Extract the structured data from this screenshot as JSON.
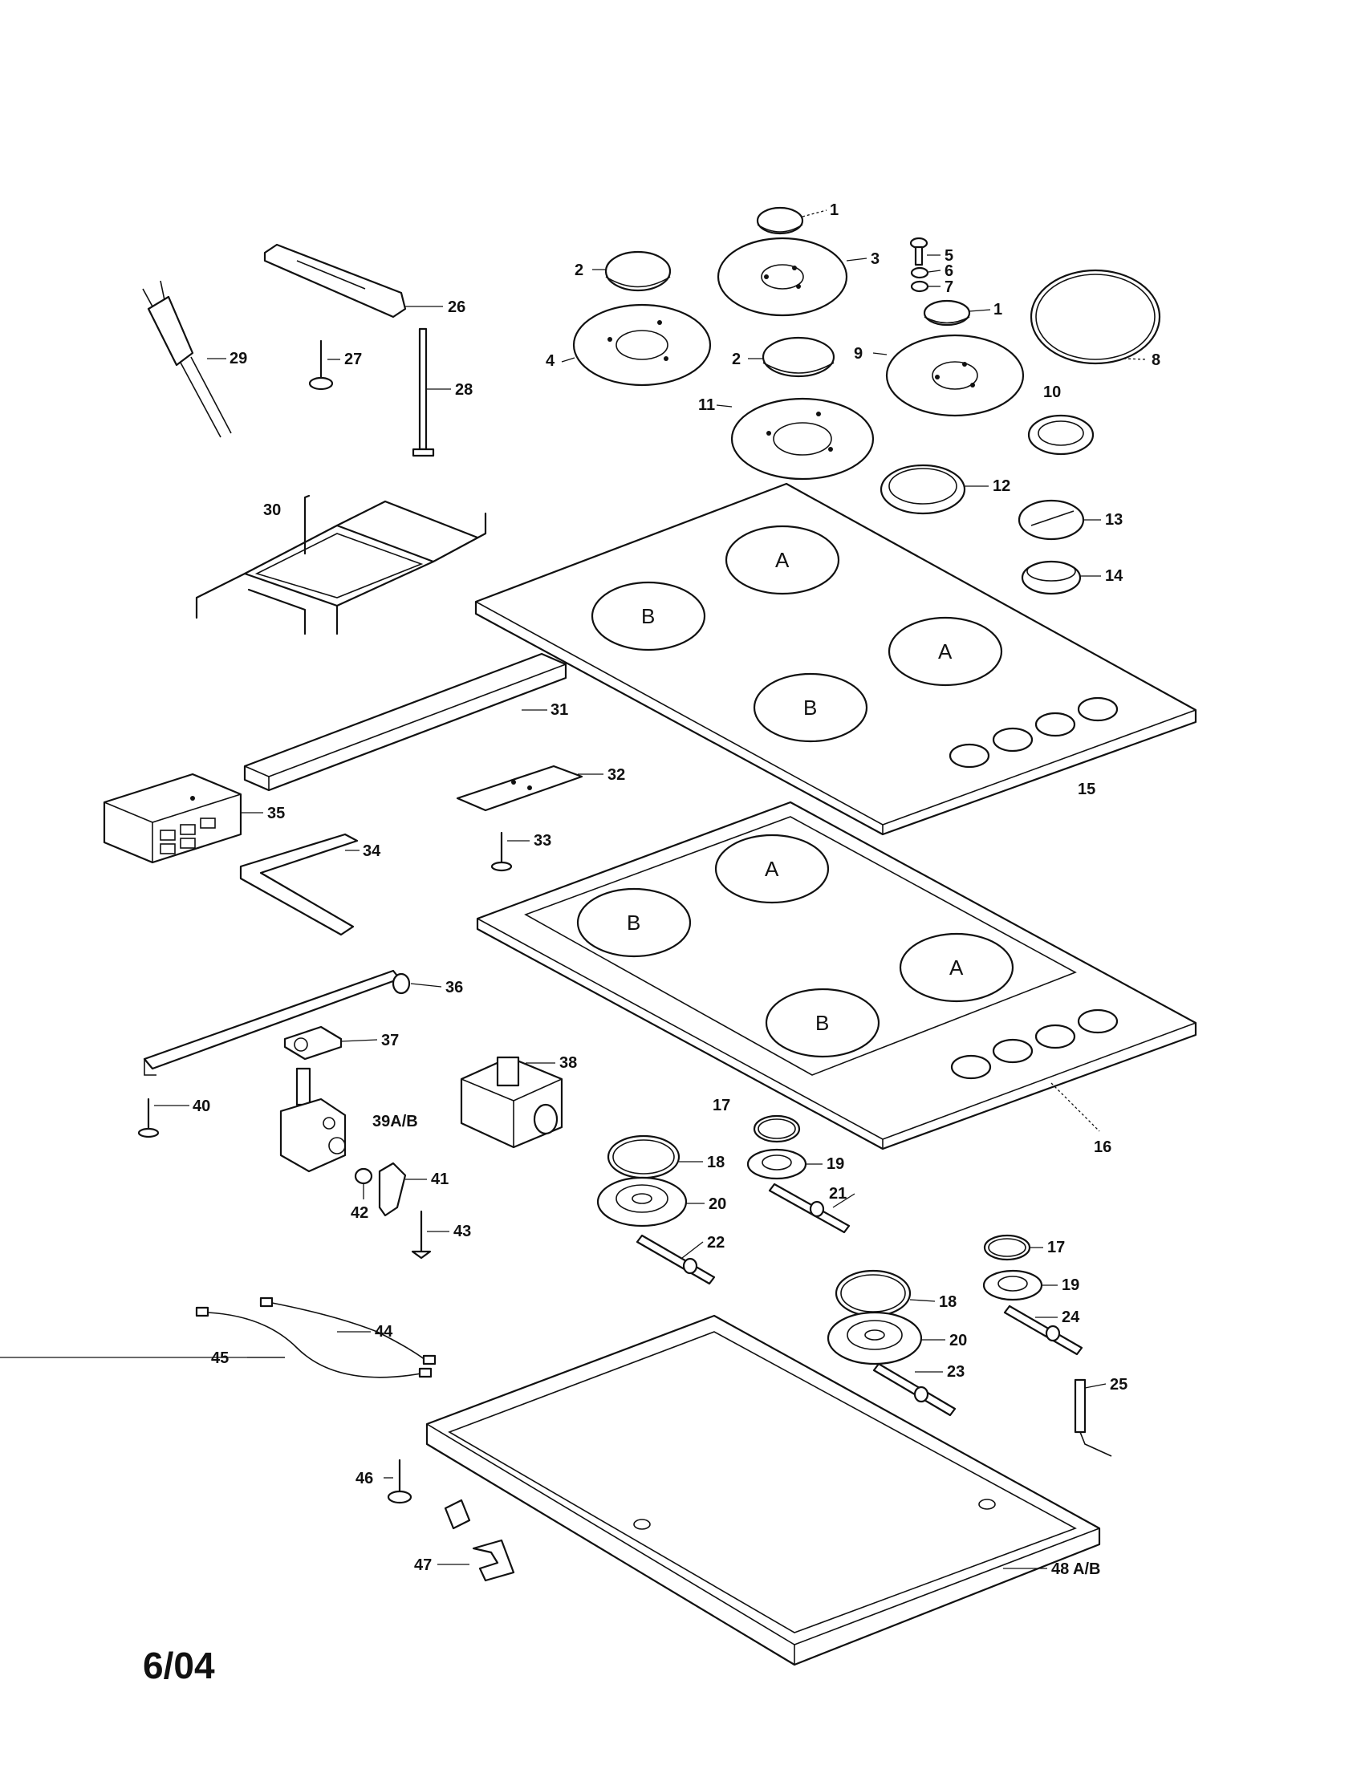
{
  "document": {
    "date": "6/04"
  },
  "zones": {
    "a": "A",
    "b": "B"
  },
  "labels": {
    "p1": "1",
    "p2": "2",
    "p3": "3",
    "p4": "4",
    "p5": "5",
    "p6": "6",
    "p7": "7",
    "p8": "8",
    "p9": "9",
    "p10": "10",
    "p11": "11",
    "p12": "12",
    "p13": "13",
    "p14": "14",
    "p15": "15",
    "p16": "16",
    "p17": "17",
    "p18": "18",
    "p19": "19",
    "p20": "20",
    "p21": "21",
    "p22": "22",
    "p23": "23",
    "p24": "24",
    "p25": "25",
    "p26": "26",
    "p27": "27",
    "p28": "28",
    "p29": "29",
    "p30": "30",
    "p31": "31",
    "p32": "32",
    "p33": "33",
    "p34": "34",
    "p35": "35",
    "p36": "36",
    "p37": "37",
    "p38": "38",
    "p39": "39A/B",
    "p40": "40",
    "p41": "41",
    "p42": "42",
    "p43": "43",
    "p44": "44",
    "p45": "45",
    "p46": "46",
    "p47": "47",
    "p48": "48 A/B"
  }
}
